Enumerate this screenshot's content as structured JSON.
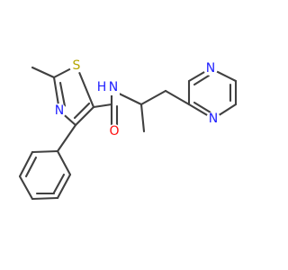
{
  "atoms": {
    "S": "S",
    "N_thiazole": "N",
    "NH": "H",
    "NH_N": "N",
    "O": "O",
    "N_pyrazine_top": "N",
    "N_pyrazine_left": "N"
  },
  "colors": {
    "bond": "#404040",
    "sulfur": "#b5a600",
    "nitrogen": "#2020ff",
    "oxygen": "#ff0d0d",
    "background": "#ffffff"
  }
}
